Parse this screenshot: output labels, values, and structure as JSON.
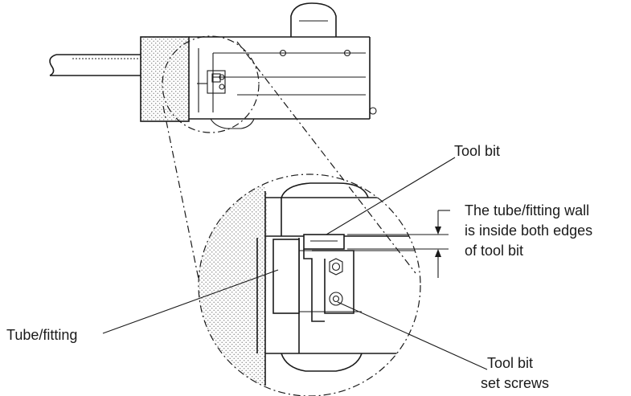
{
  "labels": {
    "tool_bit": "Tool bit",
    "wall_line1": "The tube/fitting wall",
    "wall_line2": "is inside both edges",
    "wall_line3": "of tool bit",
    "tube_fitting": "Tube/fitting",
    "set_screws_line1": "Tool bit",
    "set_screws_line2": "set screws"
  },
  "colors": {
    "ink": "#1a1a1a",
    "stipple": "#b5b5b5",
    "background": "#ffffff"
  }
}
